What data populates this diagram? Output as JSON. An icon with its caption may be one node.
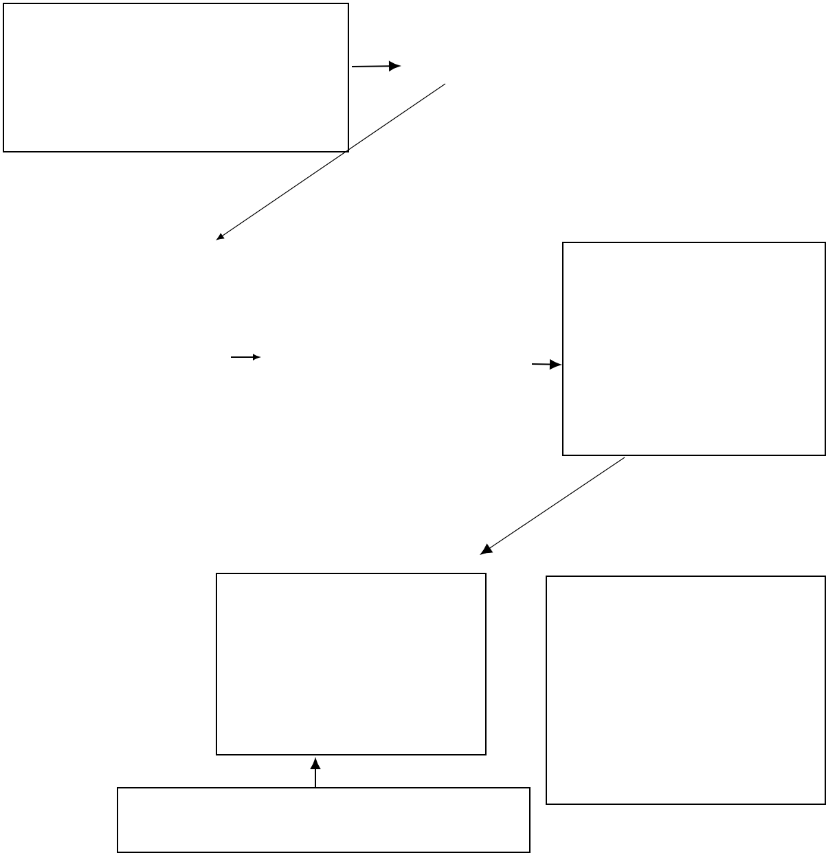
{
  "diagram": {
    "nodes": [
      {
        "text": [],
        "shape": "box"
      },
      {
        "text": [],
        "shape": "box"
      },
      {
        "text": [],
        "shape": "box"
      },
      {
        "text": [],
        "shape": "box"
      },
      {
        "text": [],
        "shape": "box"
      }
    ],
    "edges": [
      {
        "from": 0,
        "to": null,
        "arrow": "to"
      },
      {
        "from": null,
        "to": 1,
        "arrow": "to"
      },
      {
        "from": 1,
        "to": null,
        "arrow": "to"
      },
      {
        "from": 4,
        "to": 2,
        "arrow": "to"
      }
    ]
  }
}
